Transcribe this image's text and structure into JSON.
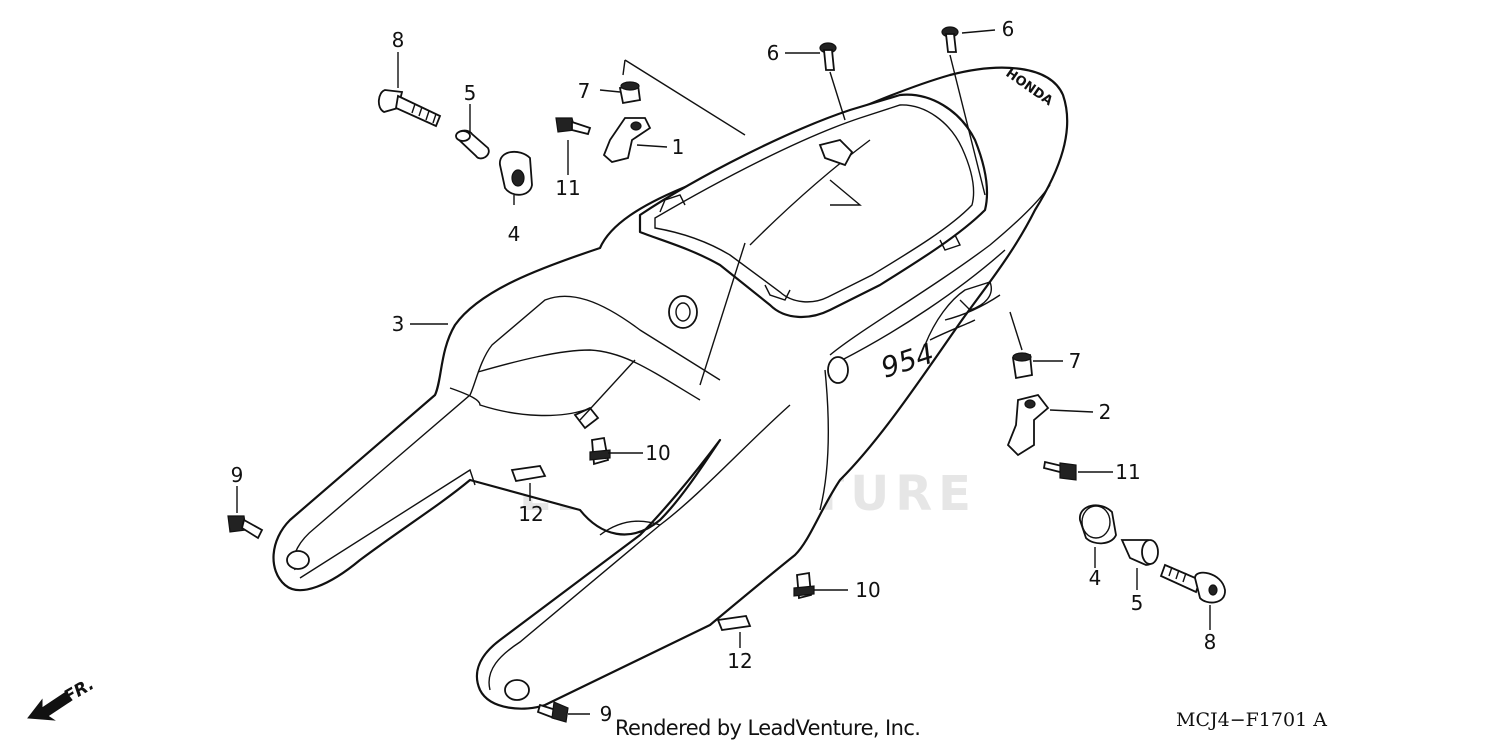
{
  "watermark": {
    "text": "LEADVENTURE"
  },
  "tail_decal": {
    "model_text": "954",
    "honda_text": "HONDA"
  },
  "front_indicator": {
    "label": "FR."
  },
  "footer": {
    "render_credit": "Rendered by LeadVenture, Inc.",
    "diagram_code": "MCJ4−F1701 A"
  },
  "callouts": [
    {
      "id": "8a",
      "label": "8"
    },
    {
      "id": "5a",
      "label": "5"
    },
    {
      "id": "4a",
      "label": "4"
    },
    {
      "id": "11a",
      "label": "11"
    },
    {
      "id": "7a",
      "label": "7"
    },
    {
      "id": "1",
      "label": "1"
    },
    {
      "id": "6a",
      "label": "6"
    },
    {
      "id": "6b",
      "label": "6"
    },
    {
      "id": "3",
      "label": "3"
    },
    {
      "id": "7b",
      "label": "7"
    },
    {
      "id": "2",
      "label": "2"
    },
    {
      "id": "11b",
      "label": "11"
    },
    {
      "id": "10a",
      "label": "10"
    },
    {
      "id": "10b",
      "label": "10"
    },
    {
      "id": "9a",
      "label": "9"
    },
    {
      "id": "9b",
      "label": "9"
    },
    {
      "id": "12a",
      "label": "12"
    },
    {
      "id": "12b",
      "label": "12"
    },
    {
      "id": "4b",
      "label": "4"
    },
    {
      "id": "5b",
      "label": "5"
    },
    {
      "id": "8b",
      "label": "8"
    }
  ]
}
